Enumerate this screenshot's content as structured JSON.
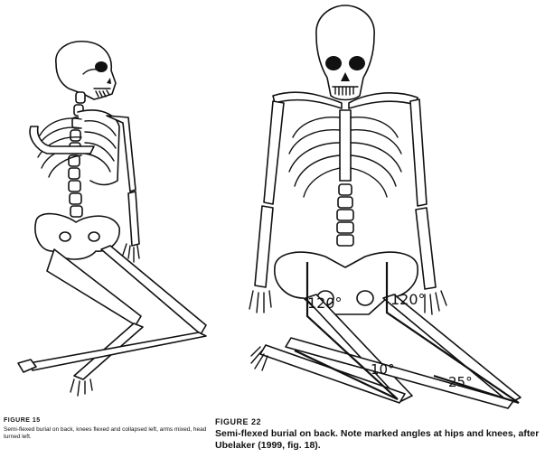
{
  "figures": [
    {
      "number": "FIGURE 15",
      "caption": "Semi-flexed burial on back, knees flexed and collapsed left, arms mixed, head turned left."
    },
    {
      "number": "FIGURE 22",
      "caption": "Semi-flexed burial on back. Note marked angles at hips and knees, after Ubelaker (1999, fig. 18).",
      "angles": {
        "hip_left": "120°",
        "hip_right": "120°",
        "knee_left": "10°",
        "knee_right": "25°"
      }
    }
  ]
}
